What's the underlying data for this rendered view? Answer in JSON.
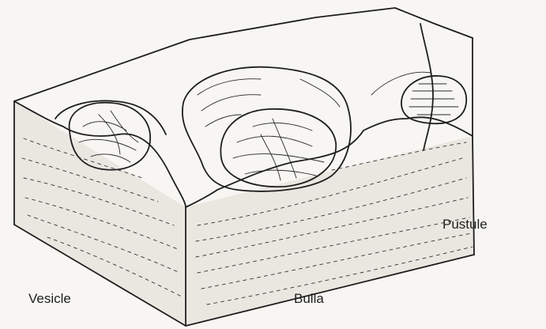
{
  "labels": {
    "vesicle": "Vesicle",
    "bulla": "Bulla",
    "pustule": "Pustule"
  },
  "colors": {
    "paper": "#f7f6f2",
    "ink": "#1e1e1e"
  }
}
